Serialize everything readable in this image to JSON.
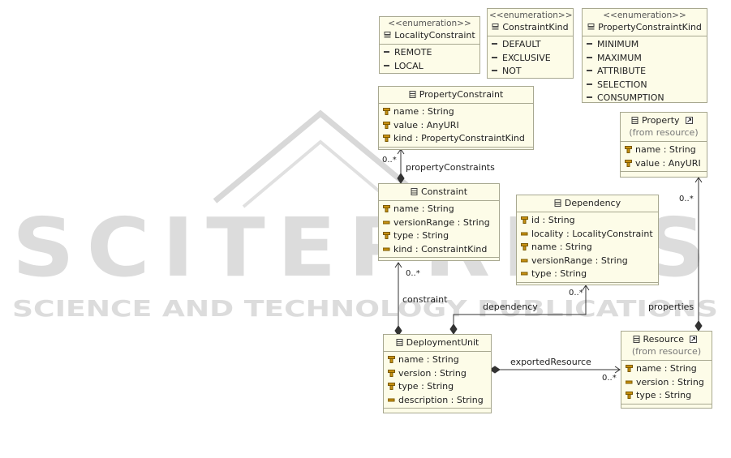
{
  "watermark": {
    "title": "SCITEPRESS",
    "subtitle": "SCIENCE AND TECHNOLOGY PUBLICATIONS"
  },
  "colors": {
    "class_fill": "#fdfce8",
    "class_border": "#a8a890",
    "attribute_icon": "#c89010",
    "line": "#333333",
    "watermark": "#d4d4d4"
  },
  "classes": {
    "locality_constraint": {
      "stereotype": "<<enumeration>>",
      "name": "LocalityConstraint",
      "icon": "enumeration-icon",
      "literals": [
        "REMOTE",
        "LOCAL"
      ]
    },
    "constraint_kind": {
      "stereotype": "<<enumeration>>",
      "name": "ConstraintKind",
      "icon": "enumeration-icon",
      "literals": [
        "DEFAULT",
        "EXCLUSIVE",
        "NOT"
      ]
    },
    "property_constraint_kind": {
      "stereotype": "<<enumeration>>",
      "name": "PropertyConstraintKind",
      "icon": "enumeration-icon",
      "literals": [
        "MINIMUM",
        "MAXIMUM",
        "ATTRIBUTE",
        "SELECTION",
        "CONSUMPTION"
      ]
    },
    "property_constraint": {
      "name": "PropertyConstraint",
      "icon": "class-icon",
      "attributes": [
        "name : String",
        "value : AnyURI",
        "kind : PropertyConstraintKind"
      ]
    },
    "property": {
      "name": "Property",
      "source": "(from resource)",
      "icon": "class-icon",
      "attributes": [
        "name : String",
        "value : AnyURI"
      ]
    },
    "constraint": {
      "name": "Constraint",
      "icon": "class-icon",
      "attributes": [
        "name : String",
        "versionRange : String",
        "type : String",
        "kind : ConstraintKind"
      ]
    },
    "dependency": {
      "name": "Dependency",
      "icon": "class-icon",
      "attributes": [
        "id : String",
        "locality : LocalityConstraint",
        "name : String",
        "versionRange : String",
        "type : String"
      ]
    },
    "deployment_unit": {
      "name": "DeploymentUnit",
      "icon": "class-icon",
      "attributes": [
        "name : String",
        "version : String",
        "type : String",
        "description : String"
      ]
    },
    "resource": {
      "name": "Resource",
      "source": "(from resource)",
      "icon": "class-icon",
      "attributes": [
        "name : String",
        "version : String",
        "type : String"
      ]
    }
  },
  "associations": {
    "property_constraints": {
      "role": "propertyConstraints",
      "multiplicity": "0..*"
    },
    "constraint": {
      "role": "constraint",
      "multiplicity": "0..*"
    },
    "dependency": {
      "role": "dependency",
      "multiplicity": "0..*"
    },
    "properties": {
      "role": "properties",
      "multiplicity": "0..*"
    },
    "exported_resource": {
      "role": "exportedResource",
      "multiplicity": "0..*"
    }
  }
}
